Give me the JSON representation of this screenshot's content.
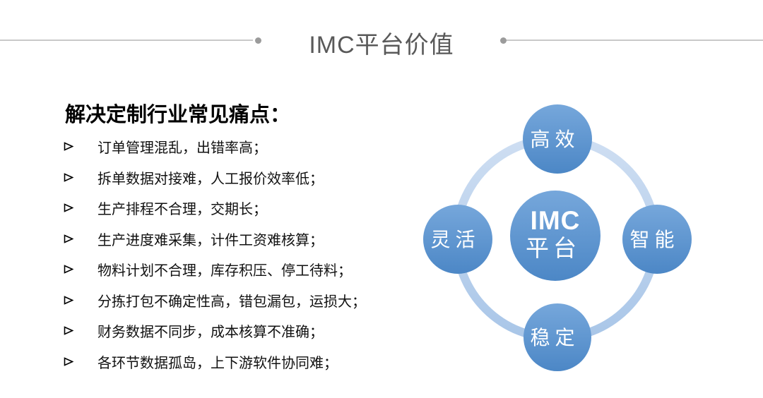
{
  "slide": {
    "title": "IMC平台价值",
    "left_panel": {
      "heading": "解决定制行业常见痛点：",
      "bullets": [
        "订单管理混乱，出错率高；",
        "拆单数据对接难，人工报价效率低；",
        "生产排程不合理，交期长；",
        "生产进度难采集，计件工资难核算；",
        "物料计划不合理，库存积压、停工待料；",
        "分拣打包不确定性高，错包漏包，运损大；",
        "财务数据不同步，成本核算不准确；",
        "各环节数据孤岛，上下游软件协同难；"
      ]
    },
    "diagram": {
      "center": {
        "line1": "IMC",
        "line2": "平台"
      },
      "nodes": [
        {
          "label": "高效",
          "position": "top"
        },
        {
          "label": "智能",
          "position": "right"
        },
        {
          "label": "稳定",
          "position": "bottom"
        },
        {
          "label": "灵活",
          "position": "left"
        }
      ]
    },
    "colors": {
      "title_text": "#595959",
      "divider_line": "#c9c9c9",
      "divider_dot": "#9b9b9b",
      "node_gradient_top": "#76a7db",
      "node_gradient_bottom": "#4c87c6",
      "ring_gradient_top": "#cedef2",
      "ring_gradient_bottom": "#a9c6e8",
      "node_label_text": "#ffffff",
      "body_text": "#111111"
    }
  }
}
